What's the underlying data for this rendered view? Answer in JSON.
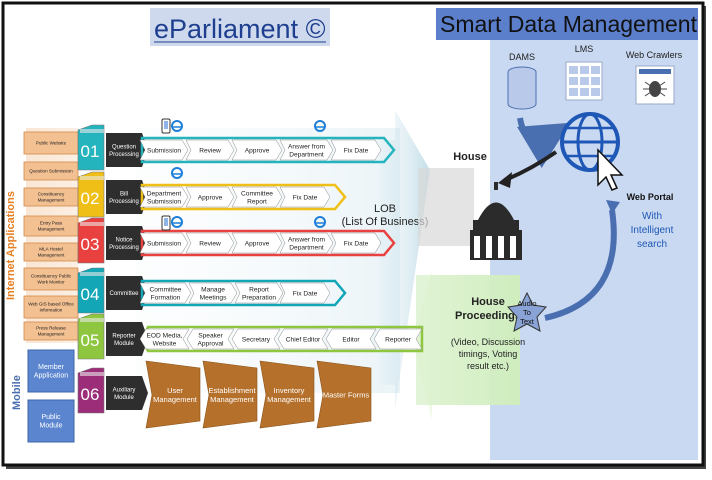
{
  "header": {
    "left_title": "eParliament ©",
    "right_title": "Smart Data Management"
  },
  "internet_applications_label": "Internet Applications",
  "mobile_label": "Mobile",
  "internet_apps": [
    "Public Website",
    "Question Submission",
    "Constituency Management",
    "Entry Pass Management",
    "MLA Hostel Management",
    "Constituency Public Work Monitor",
    "Web GIS based Office information",
    "Press Release Management"
  ],
  "mobile_apps": [
    "Member Application",
    "Public Module"
  ],
  "modules": [
    {
      "number": "01",
      "name": "Question Processing",
      "steps": [
        "Submission",
        "Review",
        "Approve",
        "Answer from Department",
        "Fix Date"
      ]
    },
    {
      "number": "02",
      "name": "Bill Processing",
      "steps": [
        "Department Submission",
        "Approve",
        "Committee Report",
        "Fix Date"
      ]
    },
    {
      "number": "03",
      "name": "Notice Processing",
      "steps": [
        "Submission",
        "Review",
        "Approve",
        "Answer from Department",
        "Fix Date"
      ]
    },
    {
      "number": "04",
      "name": "Committee",
      "steps": [
        "Committee Formation",
        "Manage Meetings",
        "Report Preparation",
        "Fix Date"
      ]
    },
    {
      "number": "05",
      "name": "Reporter Module",
      "steps": [
        "EOD Media, Website",
        "Speaker Approval",
        "Secretary",
        "Chief Editor",
        "Editor",
        "Reporter"
      ]
    },
    {
      "number": "06",
      "name": "Auxiliary Module",
      "steps": [
        "User Management",
        "Establishment Management",
        "Inventory Management",
        "Master Forms"
      ]
    }
  ],
  "lob_label": "LOB (List Of Business)",
  "house_label": "House",
  "house_proceedings": {
    "title": "House Proceedings",
    "detail": "(Video, Discussion timings, Voting result etc.)"
  },
  "audio_to_text": "Audio To Text",
  "smart": {
    "dams": "DAMS",
    "lms": "LMS",
    "web_crawlers": "Web Crawlers",
    "web_portal": "Web Portal",
    "search": "With Intelligent search"
  },
  "colors": {
    "m1": "#23b4be",
    "m2": "#f0bf17",
    "m3": "#e8413f",
    "m4": "#12a6b6",
    "m5": "#8ec63f",
    "m6": "#9b2d79",
    "smart_panel": "#c9d9f2",
    "title_bg": "#cfd9ee",
    "smart_title_bg": "#5b7fcb"
  }
}
